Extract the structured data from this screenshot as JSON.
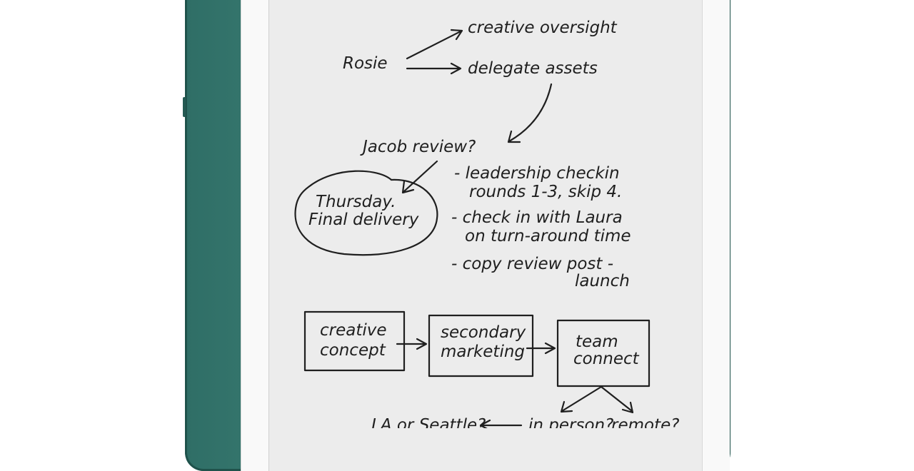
{
  "notes": {
    "rosie": "Rosie",
    "creative_oversight": "creative oversight",
    "delegate_assets": "delegate assets",
    "jacob_review": "Jacob review?",
    "thursday": "Thursday.",
    "final_delivery": "Final delivery",
    "bullets": [
      {
        "line1": "- leadership checkin",
        "line2": "rounds 1-3, skip 4."
      },
      {
        "line1": "- check in with Laura",
        "line2": "on turn-around time"
      },
      {
        "line1": "- copy review post -",
        "line2": "launch"
      }
    ],
    "flow": {
      "box1_line1": "creative",
      "box1_line2": "concept",
      "box2_line1": "secondary",
      "box2_line2": "marketing",
      "box3_line1": "team",
      "box3_line2": "connect",
      "la_seattle": "LA or Seattle?",
      "in_person": "in person?",
      "remote": "remote?"
    }
  },
  "colors": {
    "device_body": "#3f8379",
    "screen": "#ececec",
    "ink": "#1f1f1f"
  }
}
